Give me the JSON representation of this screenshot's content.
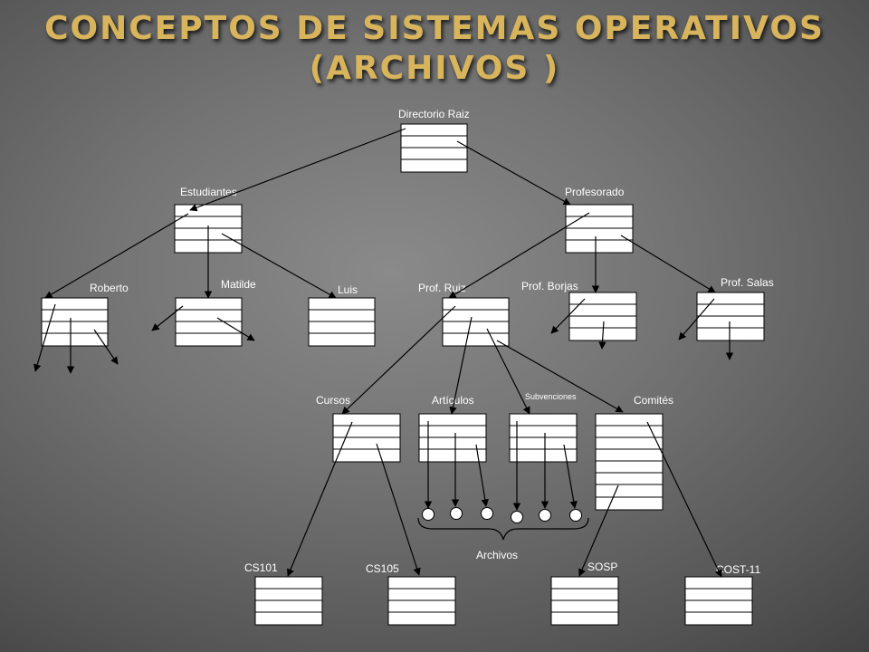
{
  "slide": {
    "title_line1": "CONCEPTOS DE SISTEMAS OPERATIVOS",
    "title_line2": "(ARCHIVOS )",
    "title_color": "#d8b45c"
  },
  "diagram": {
    "root": "Directorio Raiz",
    "level1": [
      "Estudiantes",
      "Profesorado"
    ],
    "students": [
      "Roberto",
      "Matilde",
      "Luis"
    ],
    "professors": [
      "Prof. Ruiz",
      "Prof. Borjas",
      "Prof. Salas"
    ],
    "ruiz_dirs": [
      "Cursos",
      "Artículos",
      "Subvenciones",
      "Comités"
    ],
    "files_caption": "Archivos",
    "bottom": [
      "CS101",
      "CS105",
      "SOSP",
      "COST-11"
    ]
  }
}
